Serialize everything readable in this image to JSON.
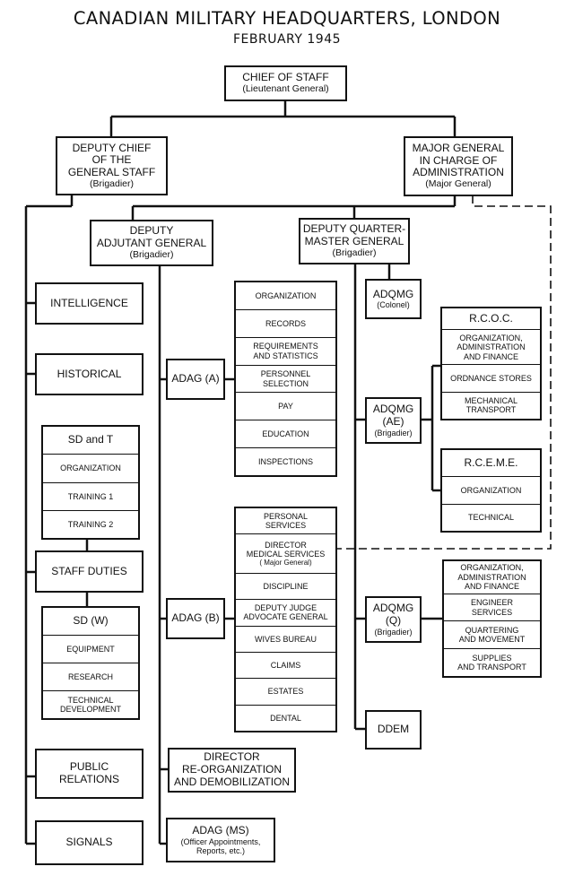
{
  "header": {
    "title": "CANADIAN MILITARY HEADQUARTERS, LONDON",
    "date": "FEBRUARY 1945"
  },
  "chief": {
    "lines": [
      "CHIEF OF STAFF"
    ],
    "sub": [
      "(Lieutenant General)"
    ]
  },
  "dcgs": {
    "lines": [
      "DEPUTY CHIEF",
      "OF THE",
      "GENERAL STAFF"
    ],
    "sub": [
      "(Brigadier)"
    ]
  },
  "mgca": {
    "lines": [
      "MAJOR GENERAL",
      "IN CHARGE OF",
      "ADMINISTRATION"
    ],
    "sub": [
      "(Major General)"
    ]
  },
  "dag": {
    "lines": [
      "DEPUTY",
      "ADJUTANT GENERAL"
    ],
    "sub": [
      "(Brigadier)"
    ]
  },
  "dqmg": {
    "lines": [
      "DEPUTY QUARTER-",
      "MASTER GENERAL"
    ],
    "sub": [
      "(Brigadier)"
    ]
  },
  "gs_branch": {
    "intelligence": "INTELLIGENCE",
    "historical": "HISTORICAL",
    "sdt": [
      [
        "SD and T"
      ],
      [
        "ORGANIZATION"
      ],
      [
        "TRAINING 1"
      ],
      [
        "TRAINING 2"
      ]
    ],
    "staff_duties": "STAFF DUTIES",
    "sdw": [
      [
        "SD (W)"
      ],
      [
        "EQUIPMENT"
      ],
      [
        "RESEARCH"
      ],
      [
        "TECHNICAL",
        "DEVELOPMENT"
      ]
    ],
    "public_relations": [
      "PUBLIC",
      "RELATIONS"
    ],
    "signals": "SIGNALS"
  },
  "ag_branch": {
    "adag_a": "ADAG (A)",
    "adag_a_items": [
      [
        "ORGANIZATION"
      ],
      [
        "RECORDS"
      ],
      [
        "REQUIREMENTS",
        "AND STATISTICS"
      ],
      [
        "PERSONNEL",
        "SELECTION"
      ],
      [
        "PAY"
      ],
      [
        "EDUCATION"
      ],
      [
        "INSPECTIONS"
      ]
    ],
    "adag_b": "ADAG (B)",
    "adag_b_items": [
      [
        "PERSONAL",
        "SERVICES"
      ],
      [
        "DIRECTOR",
        "MEDICAL SERVICES",
        "( Major General)"
      ],
      [
        "DISCIPLINE"
      ],
      [
        "DEPUTY JUDGE",
        "ADVOCATE GENERAL"
      ],
      [
        "WIVES BUREAU"
      ],
      [
        "CLAIMS"
      ],
      [
        "ESTATES"
      ],
      [
        "DENTAL"
      ]
    ],
    "director_reorg": [
      "DIRECTOR",
      "RE-ORGANIZATION",
      "AND DEMOBILIZATION"
    ],
    "adag_ms": {
      "lines": [
        "ADAG (MS)"
      ],
      "sub": [
        "(Officer Appointments,",
        "Reports, etc.)"
      ]
    }
  },
  "qmg_branch": {
    "adqmg": {
      "lines": [
        "ADQMG"
      ],
      "sub": [
        "(Colonel)"
      ]
    },
    "adqmg_ae": {
      "lines": [
        "ADQMG",
        "(AE)"
      ],
      "sub": [
        "(Brigadier)"
      ]
    },
    "rcoc": [
      [
        "R.C.O.C."
      ],
      [
        "ORGANIZATION,",
        "ADMINISTRATION",
        "AND FINANCE"
      ],
      [
        "ORDNANCE STORES"
      ],
      [
        "MECHANICAL",
        "TRANSPORT"
      ]
    ],
    "rceme": [
      [
        "R.C.E.M.E."
      ],
      [
        "ORGANIZATION"
      ],
      [
        "TECHNICAL"
      ]
    ],
    "adqmg_q": {
      "lines": [
        "ADQMG",
        "(Q)"
      ],
      "sub": [
        "(Brigadier)"
      ]
    },
    "q_items": [
      [
        "ORGANIZATION,",
        "ADMINISTRATION",
        "AND FINANCE"
      ],
      [
        "ENGINEER",
        "SERVICES"
      ],
      [
        "QUARTERING",
        "AND MOVEMENT"
      ],
      [
        "SUPPLIES",
        "AND TRANSPORT"
      ]
    ],
    "ddem": "DDEM"
  }
}
